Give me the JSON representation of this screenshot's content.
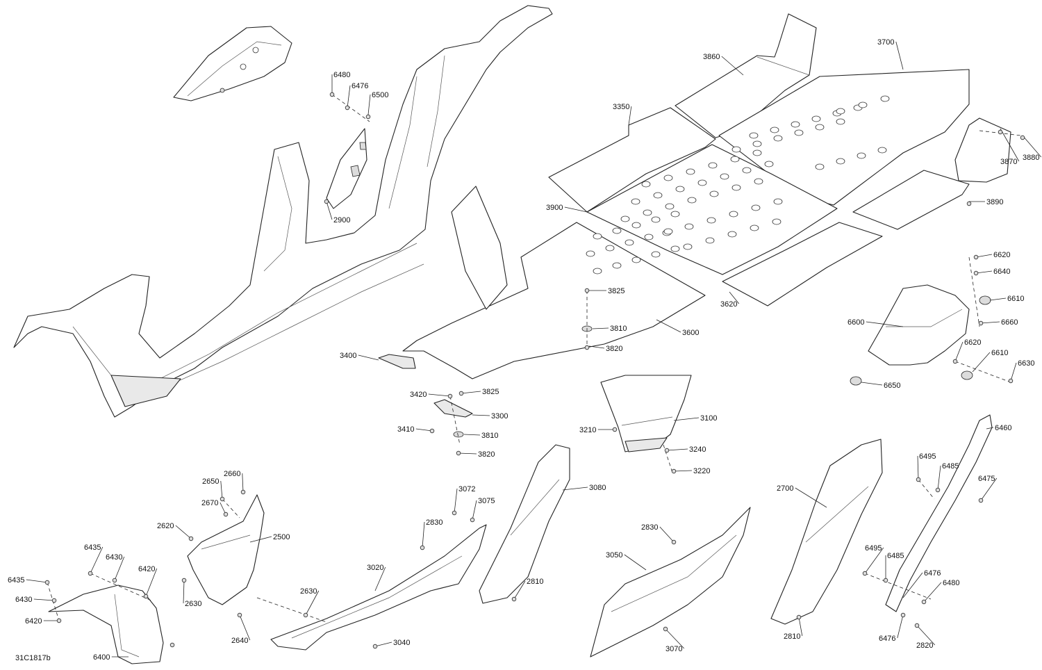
{
  "figure": {
    "reference_code": "31C1817b"
  },
  "callouts": [
    "6480",
    "6476",
    "6500",
    "2900",
    "3860",
    "3700",
    "3350",
    "3870",
    "3880",
    "3890",
    "3900",
    "3825",
    "3810",
    "3820",
    "3600",
    "3620",
    "3400",
    "3420",
    "3410",
    "3300",
    "6620",
    "6640",
    "6610",
    "6660",
    "6600",
    "6630",
    "6650",
    "3100",
    "3210",
    "3240",
    "3220",
    "3072",
    "3075",
    "3080",
    "2830",
    "3020",
    "2810",
    "2630",
    "3040",
    "2650",
    "2660",
    "2670",
    "2620",
    "2500",
    "2640",
    "6435",
    "6430",
    "6420",
    "6400",
    "3050",
    "3070",
    "2700",
    "6460",
    "6495",
    "6485",
    "6475",
    "6476",
    "6480",
    "2820"
  ],
  "labels": {
    "c6480a": "6480",
    "c6476a": "6476",
    "c6500": "6500",
    "c2900": "2900",
    "c3860": "3860",
    "c3700": "3700",
    "c3350": "3350",
    "c3870": "3870",
    "c3880": "3880",
    "c3890": "3890",
    "c3900": "3900",
    "c3825a": "3825",
    "c3810a": "3810",
    "c3820a": "3820",
    "c3600": "3600",
    "c3620": "3620",
    "c3400": "3400",
    "c3420": "3420",
    "c3825b": "3825",
    "c3300": "3300",
    "c3410": "3410",
    "c3810b": "3810",
    "c3820b": "3820",
    "c6620a": "6620",
    "c6640": "6640",
    "c6610a": "6610",
    "c6660": "6660",
    "c6600": "6600",
    "c6620b": "6620",
    "c6610b": "6610",
    "c6630": "6630",
    "c6650": "6650",
    "c3100": "3100",
    "c3210": "3210",
    "c3240": "3240",
    "c3220": "3220",
    "c3072": "3072",
    "c3075": "3075",
    "c3080": "3080",
    "c2830a": "2830",
    "c3020": "3020",
    "c2810a": "2810",
    "c2630a": "2630",
    "c3040": "3040",
    "c2650": "2650",
    "c2660": "2660",
    "c2670": "2670",
    "c2620": "2620",
    "c2500": "2500",
    "c2630b": "2630",
    "c2640": "2640",
    "c6435a": "6435",
    "c6430a": "6430",
    "c6420a": "6420",
    "c6435b": "6435",
    "c6430b": "6430",
    "c6420b": "6420",
    "c6400": "6400",
    "c2830b": "2830",
    "c3050": "3050",
    "c3070": "3070",
    "c2810b": "2810",
    "c2700": "2700",
    "c6460": "6460",
    "c6495a": "6495",
    "c6485a": "6485",
    "c6475": "6475",
    "c6495b": "6495",
    "c6485b": "6485",
    "c6476b": "6476",
    "c6480b": "6480",
    "c6476c": "6476",
    "c2820": "2820"
  }
}
